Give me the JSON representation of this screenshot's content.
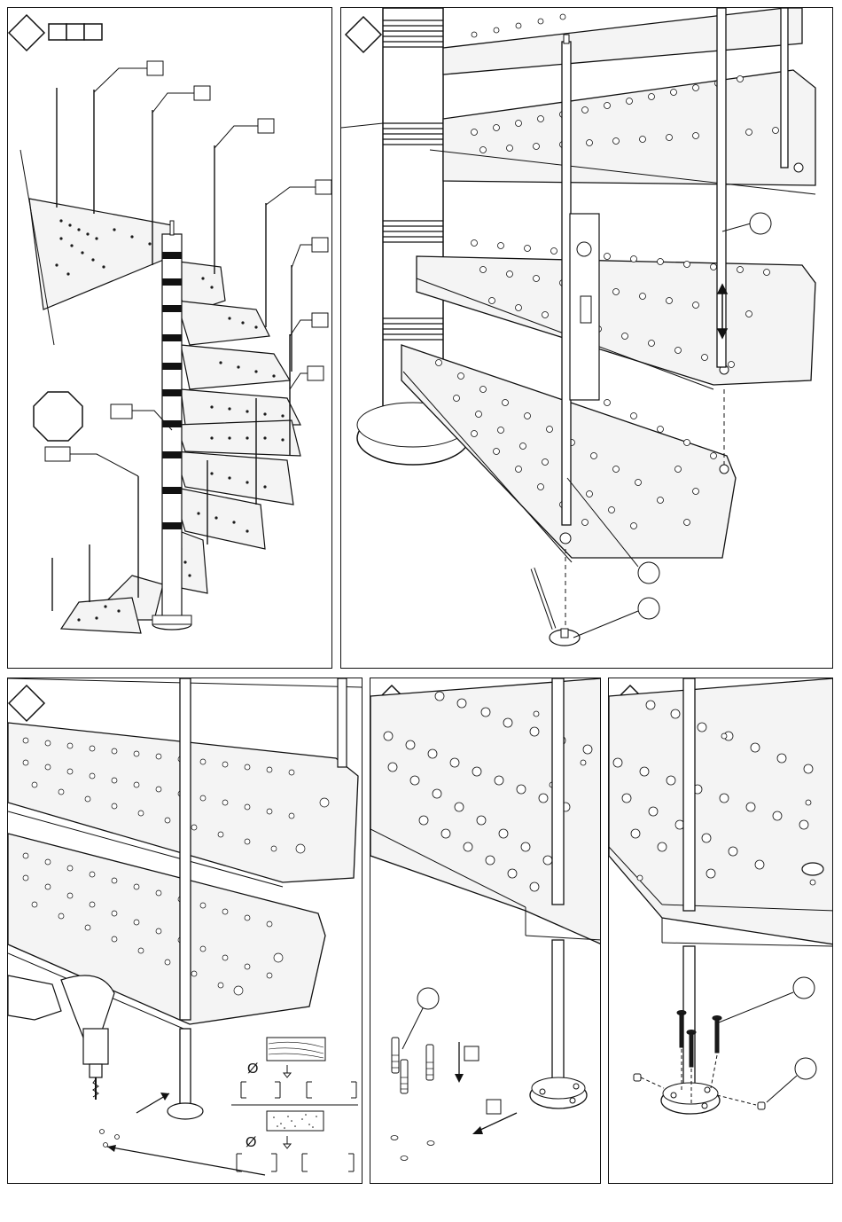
{
  "colors": {
    "line": "#111111",
    "paper": "#ffffff",
    "tread": "#f4f4f4",
    "hole": "#cfcfcf",
    "dark": "#1a1a1a",
    "gray": "#8a8a8a"
  },
  "panels": [
    {
      "id": "overview",
      "callouts": 9,
      "step_boxes": 3
    },
    {
      "id": "baluster-fit",
      "callouts": 3
    },
    {
      "id": "drill-floor",
      "material_icons": [
        "wood-texture",
        "concrete-texture"
      ],
      "diameter_symbols": 2
    },
    {
      "id": "plugs-insert",
      "callouts": 1,
      "step_boxes": 2
    },
    {
      "id": "screw-fix",
      "callouts": 2
    }
  ],
  "labels": {
    "diameter_1": "Ø",
    "diameter_2": "Ø"
  }
}
